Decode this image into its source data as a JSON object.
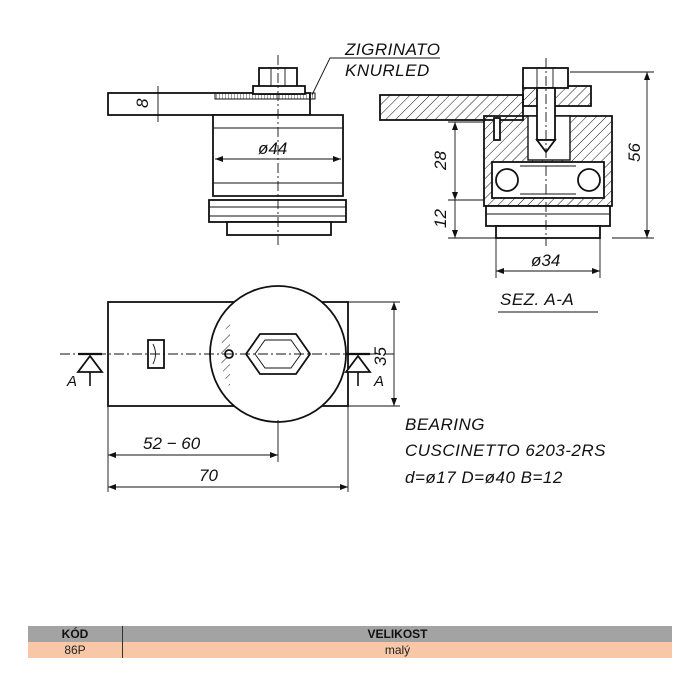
{
  "drawing": {
    "knurl_label_1": "ZIGRINATO",
    "knurl_label_2": "KNURLED",
    "dim_thickness": "8",
    "dim_outer_dia": "ø44",
    "dim_height_28": "28",
    "dim_height_12": "12",
    "dim_height_56": "56",
    "dim_inner_dia": "ø34",
    "section_title": "SEZ. A-A",
    "dim_width_35": "35",
    "dim_range": "52 − 60",
    "dim_length": "70",
    "section_marker_left": "A",
    "section_marker_right": "A",
    "bearing_line_1": "BEARING",
    "bearing_line_2": "CUSCINETTO  6203-2RS",
    "bearing_line_3": "d=ø17  D=ø40  B=12"
  },
  "table": {
    "headers": [
      "KÓD",
      "VELIKOST"
    ],
    "rows": [
      [
        "86P",
        "malý"
      ]
    ]
  }
}
